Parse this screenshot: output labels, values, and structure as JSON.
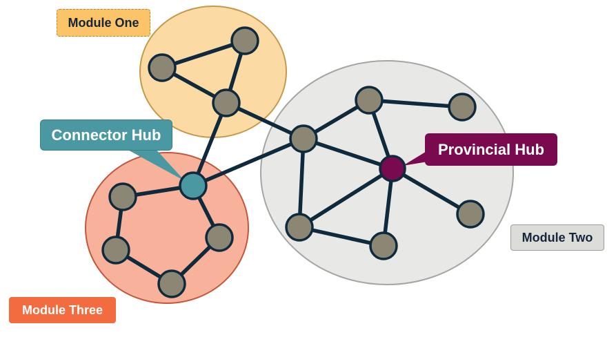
{
  "colors": {
    "edge": "#0f2a3c",
    "node_fill": "#8b8774",
    "node_stroke": "#0f2a3c",
    "module_one_fill": "#fbdba3",
    "module_one_stroke": "#c49a4a",
    "module_two_fill": "#e8e9e7",
    "module_two_stroke": "#a4a6a2",
    "module_three_fill": "#f8b19a",
    "module_three_stroke": "#c3563a",
    "connector_hub": "#4a99a2",
    "provincial_hub": "#7a0a4f",
    "module_one_label_bg": "#fbc468",
    "module_two_label_bg": "#dcddd8",
    "module_three_label_bg": "#f26c40",
    "text_dark": "#15253a"
  },
  "labels": {
    "module_one": "Module One",
    "module_two": "Module Two",
    "module_three": "Module Three",
    "connector_hub": "Connector Hub",
    "provincial_hub": "Provincial Hub"
  }
}
